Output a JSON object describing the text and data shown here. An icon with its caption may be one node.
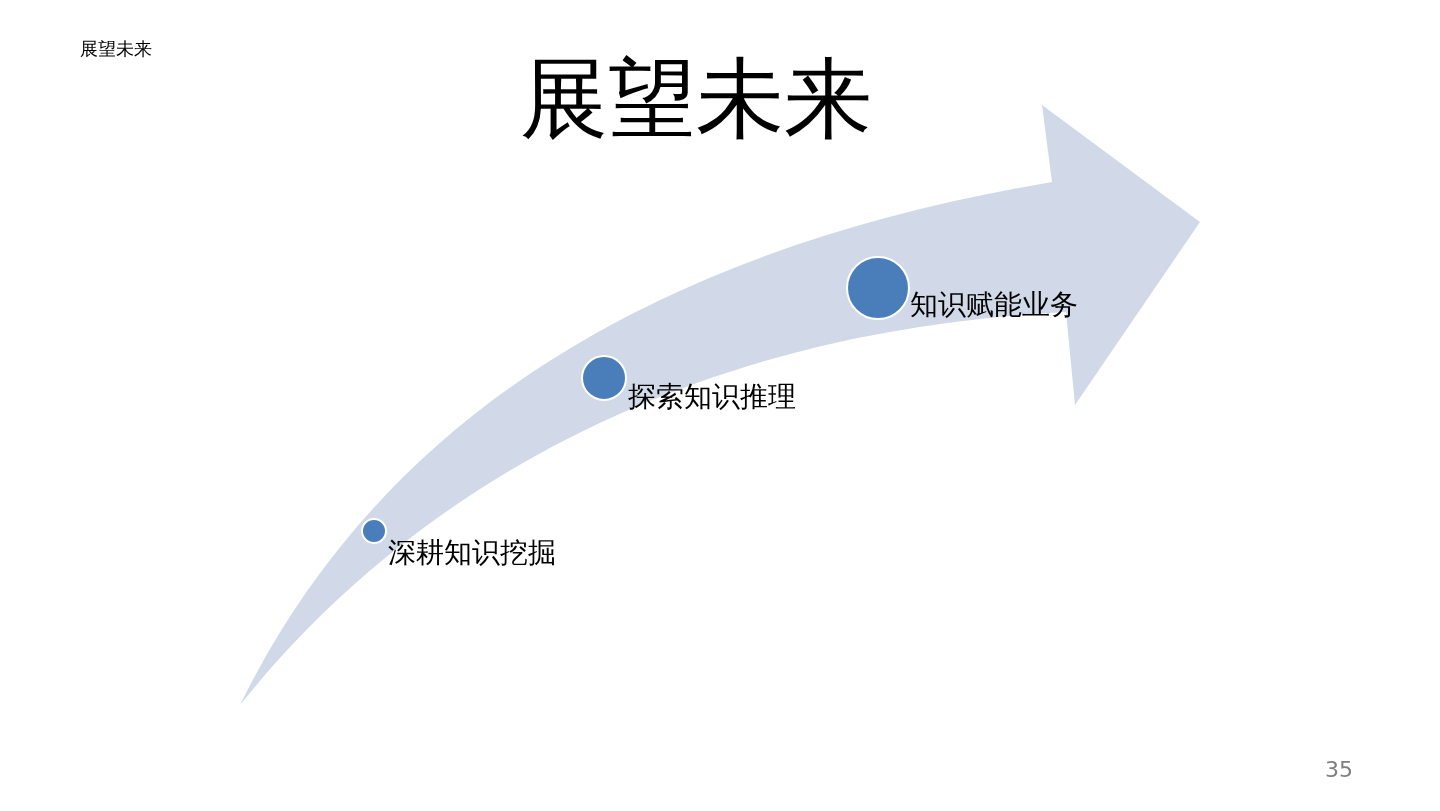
{
  "diagram": {
    "title": "展望未来",
    "nodes": [
      {
        "text": [],
        "shape": "circle",
        "beside": [
          "深耕知识挖掘"
        ]
      },
      {
        "text": [],
        "shape": "circle",
        "beside": [
          "探索知识推理"
        ]
      },
      {
        "text": [],
        "shape": "circle",
        "beside": [
          "知识赋能业务"
        ]
      }
    ],
    "labels": [
      "展望未来",
      "35"
    ]
  }
}
